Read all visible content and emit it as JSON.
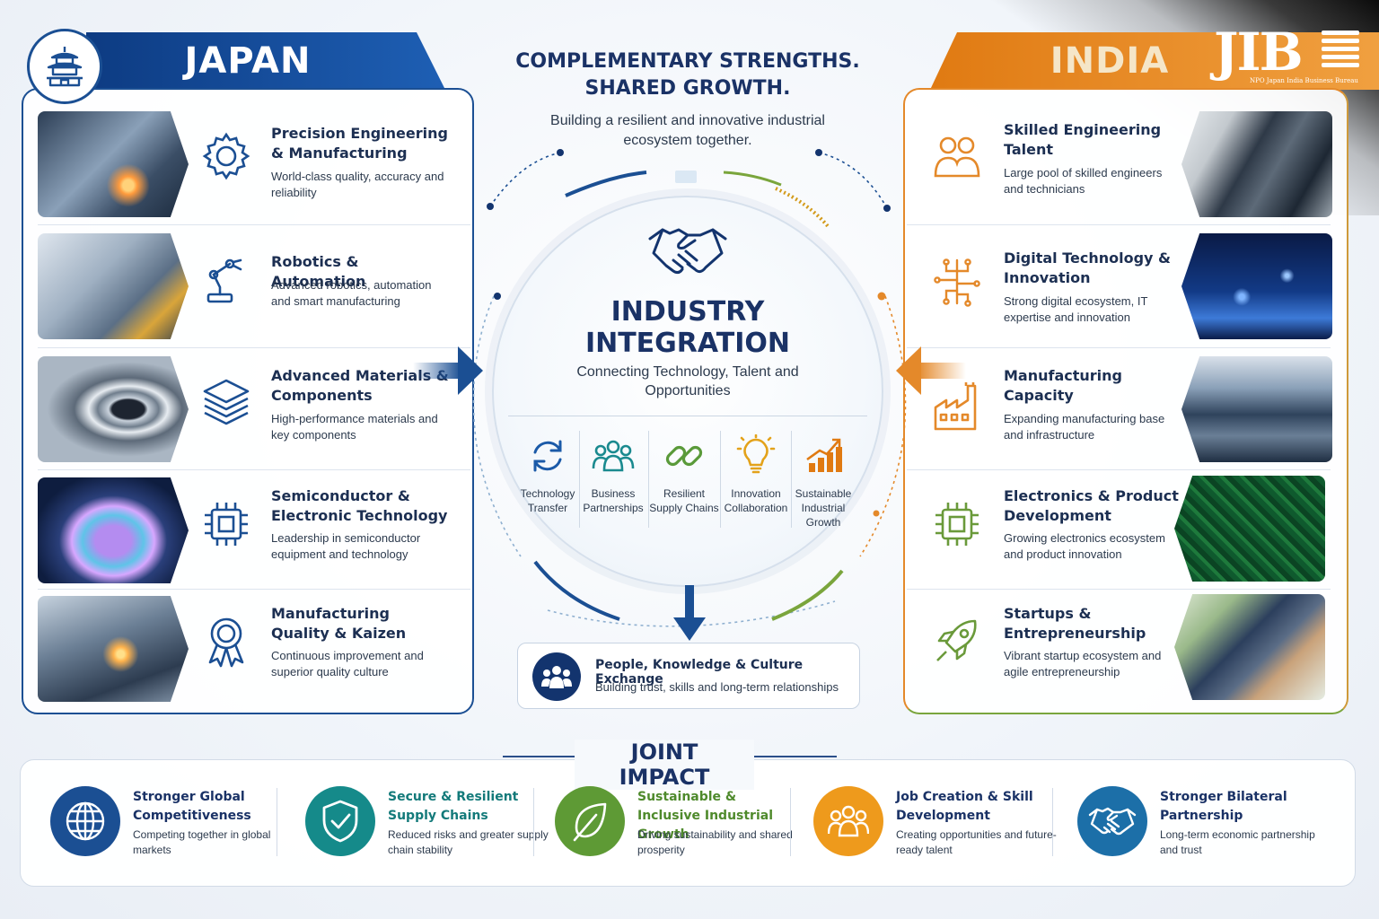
{
  "japan": {
    "title": "JAPAN",
    "items": [
      {
        "title": "Precision Engineering & Manufacturing",
        "desc": "World-class quality, accuracy and reliability",
        "icon": "gear-icon"
      },
      {
        "title": "Robotics & Automation",
        "desc": "Advanced robotics, automation and smart manufacturing",
        "icon": "robot-arm-icon"
      },
      {
        "title": "Advanced Materials & Components",
        "desc": "High-performance materials and key components",
        "icon": "layers-icon"
      },
      {
        "title": "Semiconductor & Electronic Technology",
        "desc": "Leadership in semiconductor equipment and technology",
        "icon": "chip-icon"
      },
      {
        "title": "Manufacturing Quality & Kaizen",
        "desc": "Continuous improvement and superior quality culture",
        "icon": "award-ribbon-icon"
      }
    ]
  },
  "india": {
    "title": "INDIA",
    "items": [
      {
        "title": "Skilled Engineering Talent",
        "desc": "Large pool of skilled engineers and technicians",
        "icon": "people-icon"
      },
      {
        "title": "Digital Technology & Innovation",
        "desc": "Strong digital ecosystem, IT expertise and innovation",
        "icon": "circuit-icon"
      },
      {
        "title": "Manufacturing Capacity",
        "desc": "Expanding manufacturing base and infrastructure",
        "icon": "factory-icon"
      },
      {
        "title": "Electronics & Product Development",
        "desc": "Growing electronics ecosystem and product innovation",
        "icon": "chip-icon"
      },
      {
        "title": "Startups & Entrepreneurship",
        "desc": "Vibrant startup ecosystem and agile entrepreneurship",
        "icon": "rocket-icon"
      }
    ]
  },
  "logo": {
    "letters": "JIB",
    "sub": "NPO Japan India Business Bureau"
  },
  "center": {
    "headline_1": "COMPLEMENTARY STRENGTHS.",
    "headline_2": "SHARED GROWTH.",
    "subline": "Building a resilient and innovative industrial ecosystem together.",
    "hub_title_1": "INDUSTRY",
    "hub_title_2": "INTEGRATION",
    "hub_sub": "Connecting Technology, Talent and Opportunities",
    "pillars": [
      {
        "label": "Technology Transfer",
        "icon": "cycle-arrows-icon",
        "color": "#1b5aa8"
      },
      {
        "label": "Business Partnerships",
        "icon": "team-icon",
        "color": "#1a8a8f"
      },
      {
        "label": "Resilient Supply Chains",
        "icon": "chain-link-icon",
        "color": "#5a9a3a"
      },
      {
        "label": "Innovation Collaboration",
        "icon": "lightbulb-icon",
        "color": "#e3a21a"
      },
      {
        "label": "Sustainable Industrial Growth",
        "icon": "growth-chart-icon",
        "color": "#e07a12"
      }
    ],
    "exchange_title": "People, Knowledge & Culture Exchange",
    "exchange_desc": "Building trust, skills and long-term relationships"
  },
  "impact": {
    "title": "JOINT IMPACT",
    "items": [
      {
        "title": "Stronger Global Competitiveness",
        "desc": "Competing together in global markets",
        "color": "#1b4f93",
        "title_color": "#1a3266",
        "icon": "globe-icon"
      },
      {
        "title": "Secure & Resilient Supply Chains",
        "desc": "Reduced risks and greater supply chain stability",
        "color": "#158a8a",
        "title_color": "#137a7a",
        "icon": "shield-check-icon"
      },
      {
        "title": "Sustainable & Inclusive Industrial Growth",
        "desc": "Driving sustainability and shared prosperity",
        "color": "#5e9a35",
        "title_color": "#4f8a2c",
        "icon": "leaf-icon"
      },
      {
        "title": "Job Creation & Skill Development",
        "desc": "Creating opportunities and future-ready talent",
        "color": "#ee9a1c",
        "title_color": "#1a3266",
        "icon": "people-group-icon"
      },
      {
        "title": "Stronger Bilateral Partnership",
        "desc": "Long-term economic partnership and trust",
        "color": "#1c6fa8",
        "title_color": "#1a3266",
        "icon": "handshake-icon"
      }
    ]
  }
}
